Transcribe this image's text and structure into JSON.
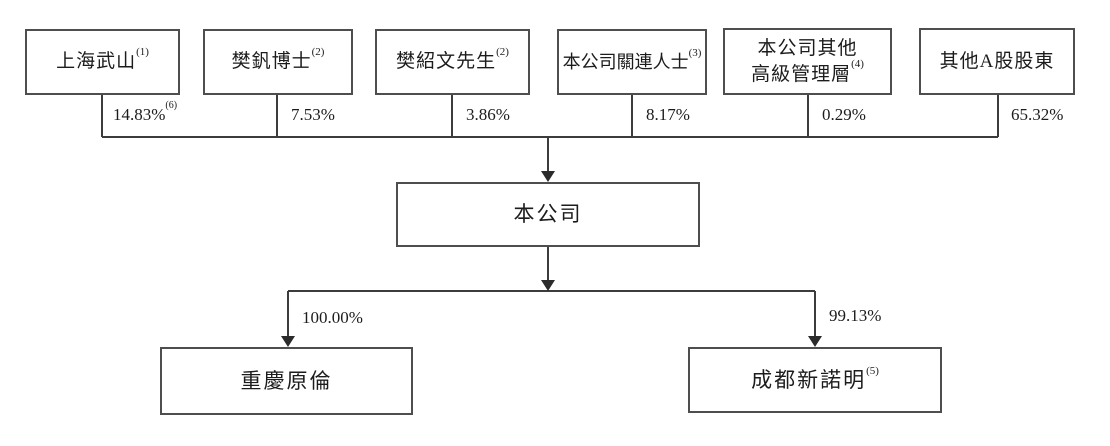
{
  "diagram": {
    "type": "shareholding-structure",
    "colors": {
      "line": "#3c3c3c",
      "box_border": "#4e4e4e",
      "text": "#1c1c1c",
      "background": "#ffffff"
    },
    "shareholders": [
      {
        "name": "上海武山",
        "note": "(1)",
        "pct": "14.83%",
        "pct_note": "(6)"
      },
      {
        "name": "樊釩博士",
        "note": "(2)",
        "pct": "7.53%",
        "pct_note": ""
      },
      {
        "name": "樊紹文先生",
        "note": "(2)",
        "pct": "3.86%",
        "pct_note": ""
      },
      {
        "name": "本公司關連人士",
        "note": "(3)",
        "pct": "8.17%",
        "pct_note": ""
      },
      {
        "name_line1": "本公司其他",
        "name_line2": "高級管理層",
        "note": "(4)",
        "pct": "0.29%",
        "pct_note": ""
      },
      {
        "name": "其他A股股東",
        "note": "",
        "pct": "65.32%",
        "pct_note": ""
      }
    ],
    "company": {
      "name": "本公司"
    },
    "subsidiaries": [
      {
        "name": "重慶原倫",
        "note": "",
        "pct": "100.00%"
      },
      {
        "name": "成都新諾明",
        "note": "(5)",
        "pct": "99.13%"
      }
    ]
  }
}
